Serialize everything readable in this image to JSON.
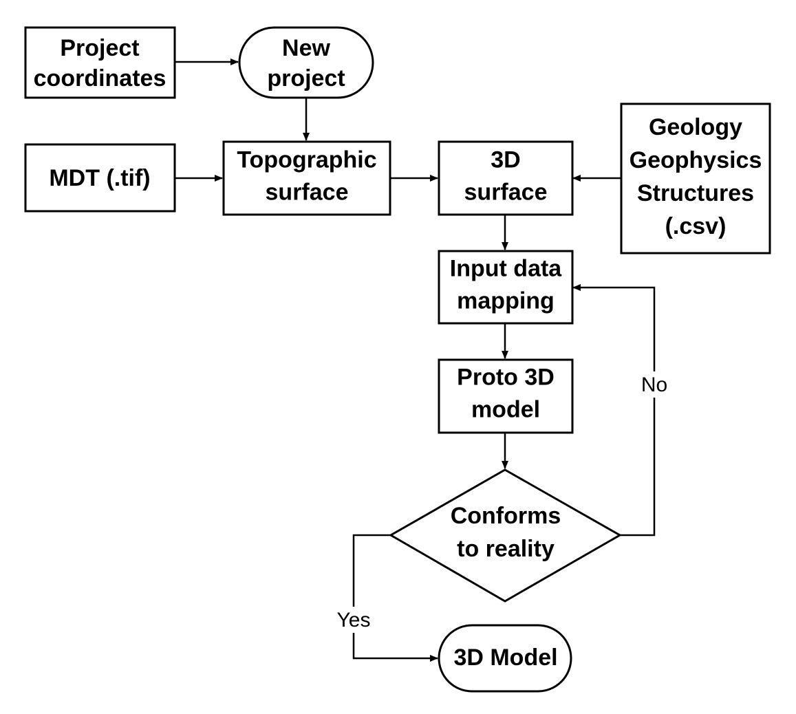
{
  "nodes": {
    "project_coordinates": {
      "lines": [
        "Project",
        "coordinates"
      ]
    },
    "new_project": {
      "lines": [
        "New",
        "project"
      ]
    },
    "mdt_tif": {
      "lines": [
        "MDT (.tif)"
      ]
    },
    "topographic_surface": {
      "lines": [
        "Topographic",
        "surface"
      ]
    },
    "surface_3d": {
      "lines": [
        "3D",
        "surface"
      ]
    },
    "geology_inputs": {
      "lines": [
        "Geology",
        "Geophysics",
        "Structures",
        "(.csv)"
      ]
    },
    "input_data_mapping": {
      "lines": [
        "Input data",
        "mapping"
      ]
    },
    "proto_3d_model": {
      "lines": [
        "Proto 3D",
        "model"
      ]
    },
    "conforms_to_reality": {
      "lines": [
        "Conforms",
        "to reality"
      ]
    },
    "model_3d": {
      "lines": [
        "3D Model"
      ]
    }
  },
  "edges": {
    "no_label": "No",
    "yes_label": "Yes"
  }
}
